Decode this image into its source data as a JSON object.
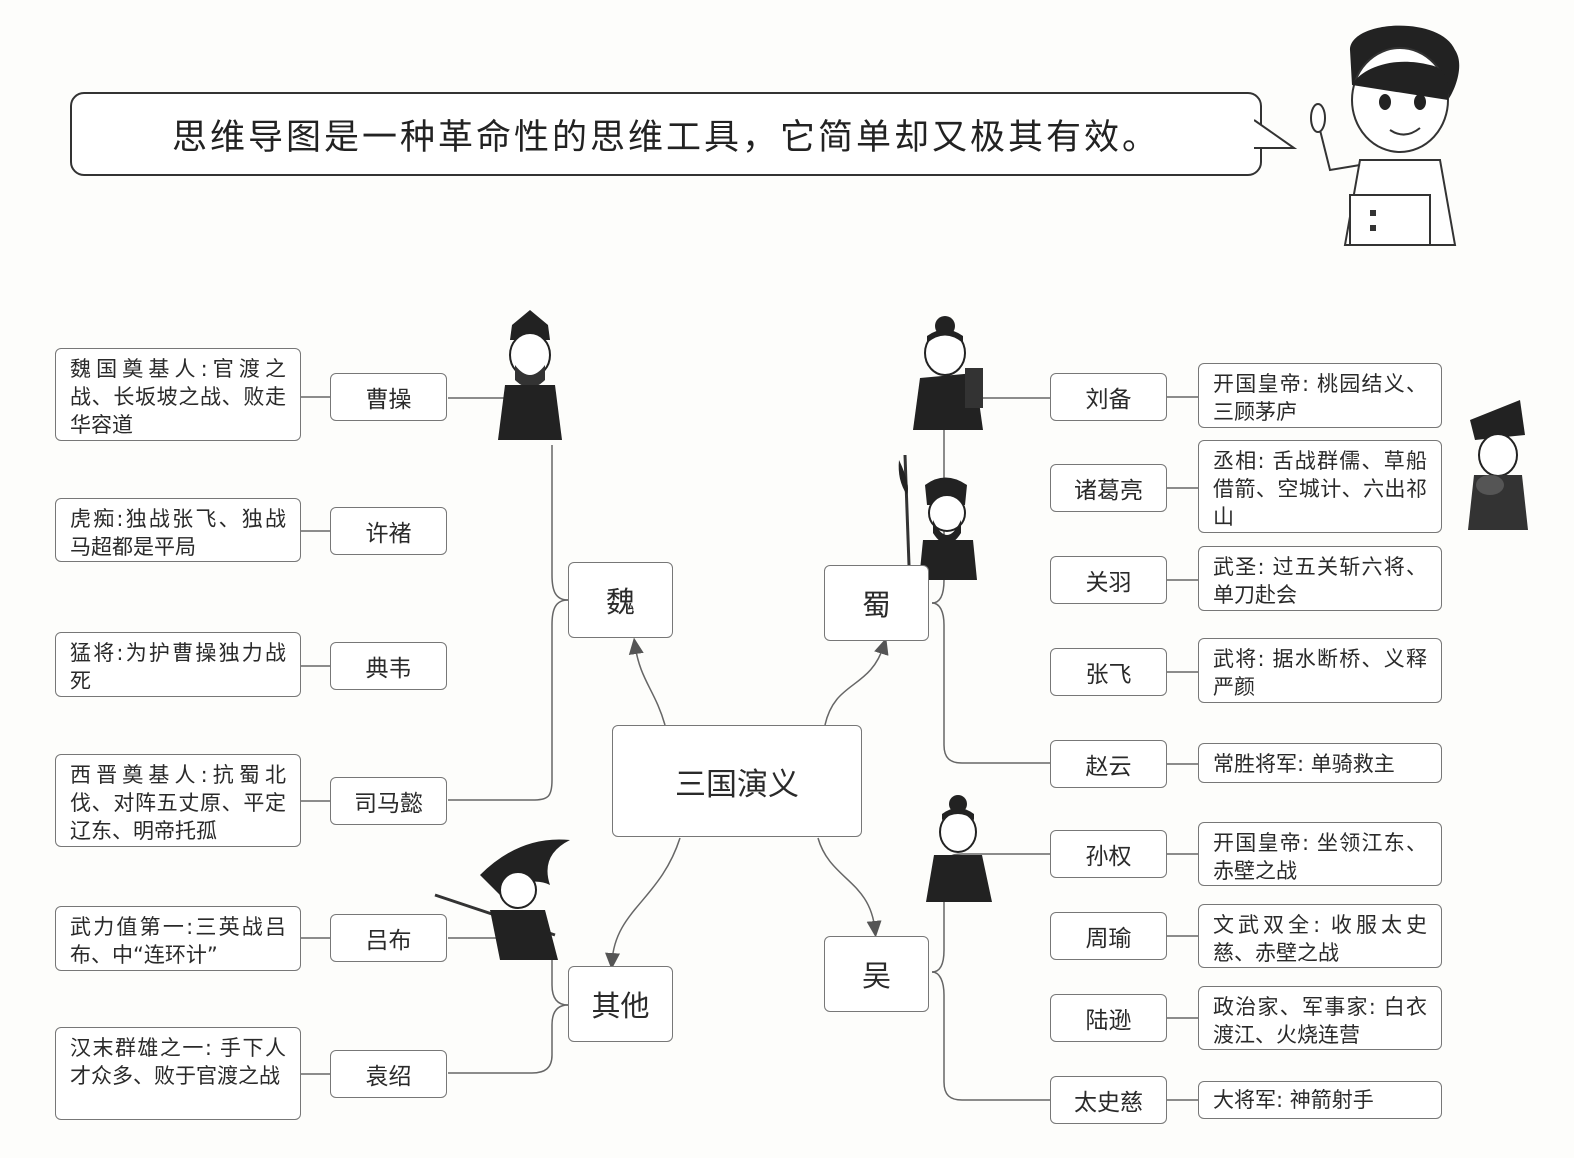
{
  "banner": "思维导图是一种革命性的思维工具，它简单却又极其有效。",
  "center": "三国演义",
  "groups": {
    "wei": {
      "label": "魏",
      "members": [
        {
          "name": "曹操",
          "desc": "魏国奠基人:官渡之战、长坂坡之战、败走华容道"
        },
        {
          "name": "许褚",
          "desc": "虎痴:独战张飞、独战马超都是平局"
        },
        {
          "name": "典韦",
          "desc": "猛将:为护曹操独力战死"
        },
        {
          "name": "司马懿",
          "desc": "西晋奠基人:抗蜀北伐、对阵五丈原、平定辽东、明帝托孤"
        }
      ]
    },
    "other": {
      "label": "其他",
      "members": [
        {
          "name": "吕布",
          "desc": "武力值第一:三英战吕布、中“连环计”"
        },
        {
          "name": "袁绍",
          "desc": "汉末群雄之一: 手下人才众多、败于官渡之战"
        }
      ]
    },
    "shu": {
      "label": "蜀",
      "members": [
        {
          "name": "刘备",
          "desc": "开国皇帝: 桃园结义、三顾茅庐"
        },
        {
          "name": "诸葛亮",
          "desc": "丞相: 舌战群儒、草船借箭、空城计、六出祁山"
        },
        {
          "name": "关羽",
          "desc": "武圣: 过五关斩六将、单刀赴会"
        },
        {
          "name": "张飞",
          "desc": "武将: 据水断桥、义释严颜"
        },
        {
          "name": "赵云",
          "desc": "常胜将军: 单骑救主"
        }
      ]
    },
    "wu": {
      "label": "吴",
      "members": [
        {
          "name": "孙权",
          "desc": "开国皇帝: 坐领江东、赤壁之战"
        },
        {
          "name": "周瑜",
          "desc": "文武双全: 收服太史慈、赤壁之战"
        },
        {
          "name": "陆逊",
          "desc": "政治家、军事家: 白衣渡江、火烧连营"
        },
        {
          "name": "太史慈",
          "desc": "大将军: 神箭射手"
        }
      ]
    }
  },
  "colors": {
    "line": "#666666",
    "border": "#777777",
    "text": "#2a2a2a"
  },
  "icons": [
    "boy-pointing-icon",
    "cao-cao-figure-icon",
    "liu-bei-figure-icon",
    "zhuge-liang-figure-icon",
    "guan-yu-figure-icon",
    "lu-bu-figure-icon",
    "sun-quan-figure-icon"
  ]
}
